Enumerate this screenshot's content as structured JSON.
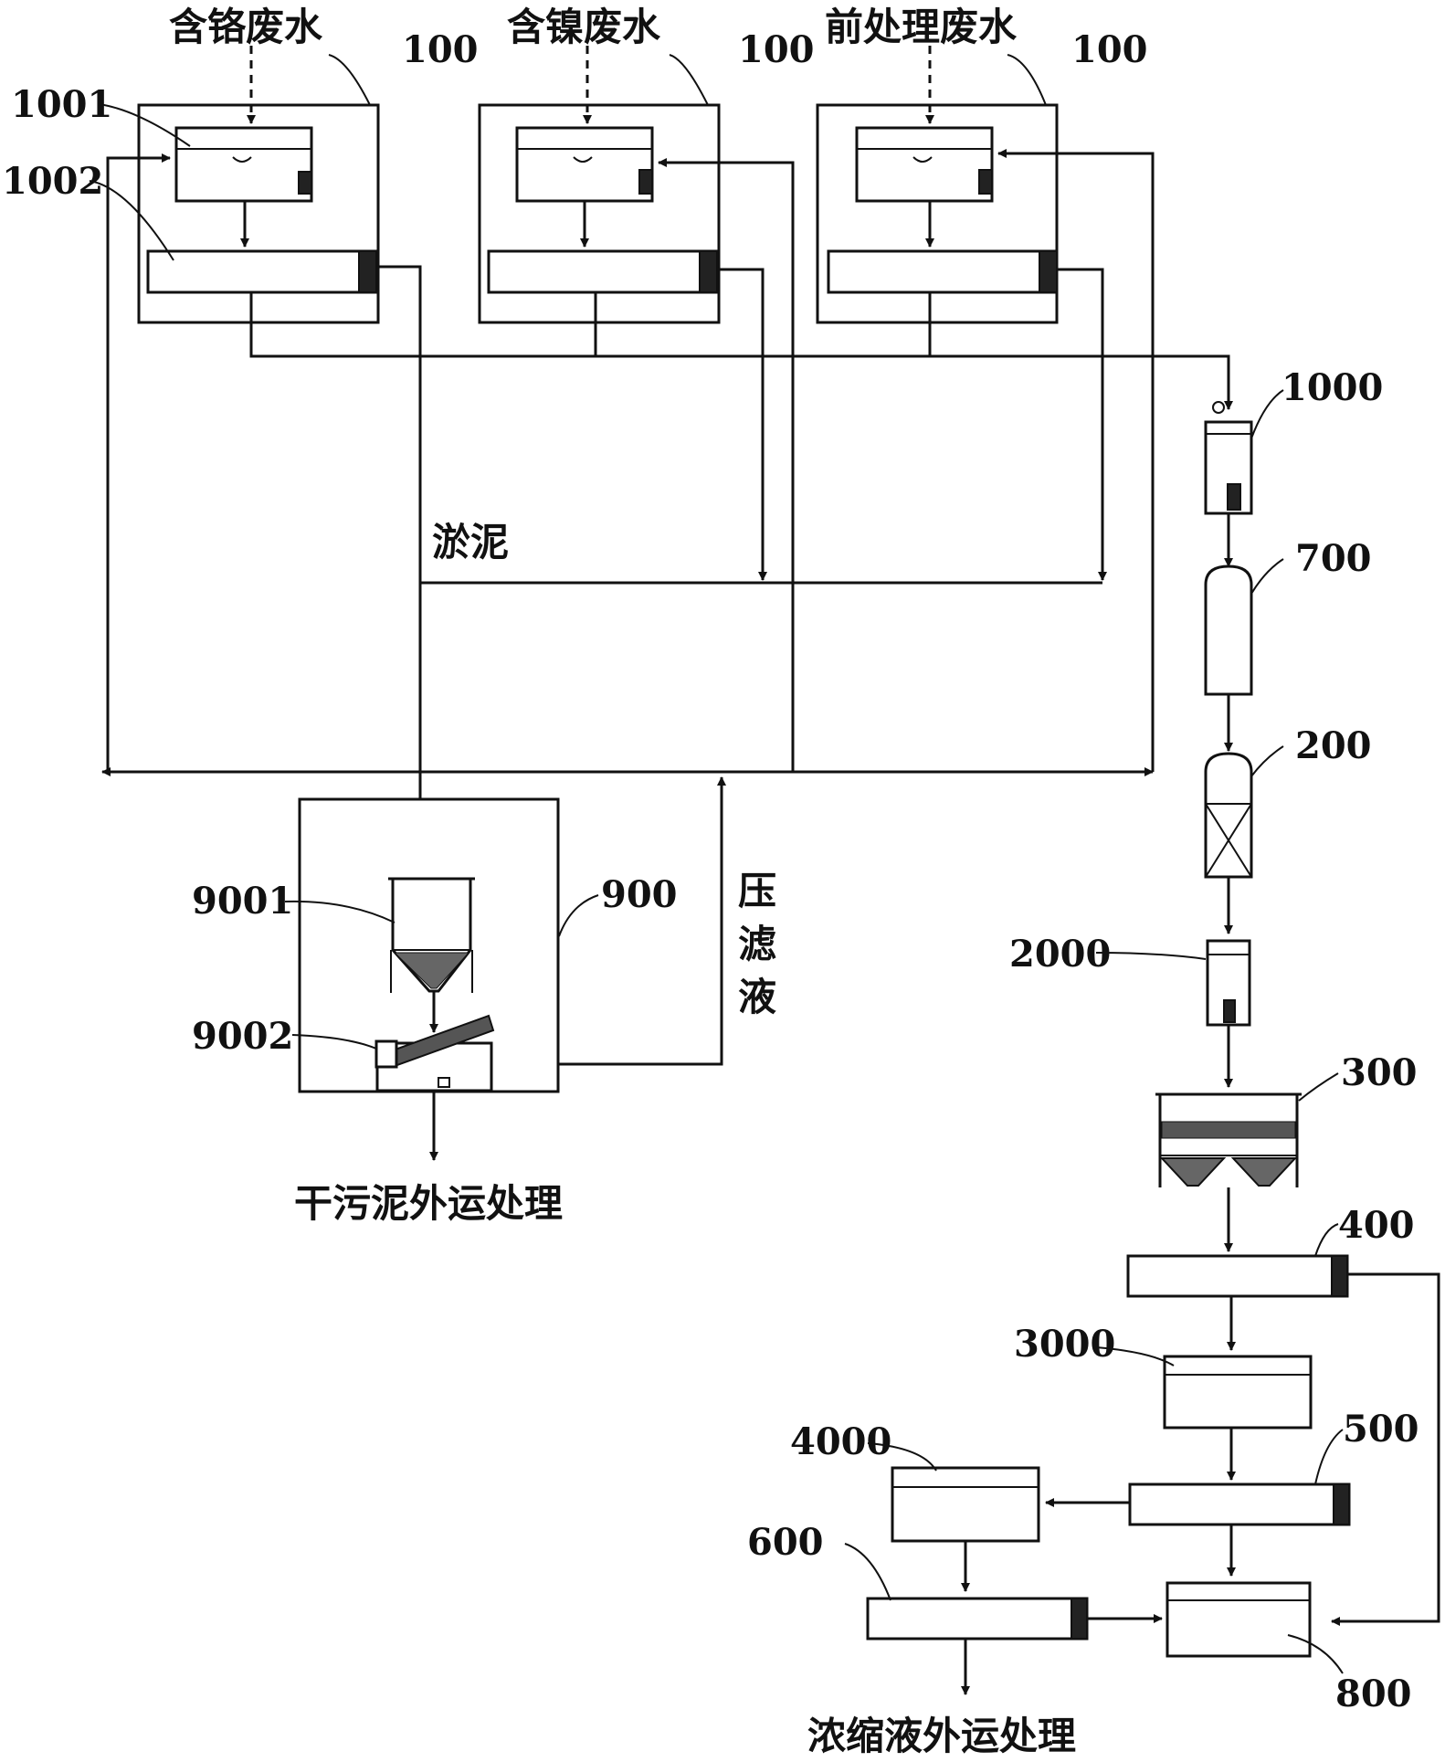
{
  "labels": {
    "source_cr": "含铬废水",
    "source_ni": "含镍废水",
    "source_pre": "前处理废水",
    "sludge": "淤泥",
    "filtrate_1": "压",
    "filtrate_2": "滤",
    "filtrate_3": "液",
    "dry_sludge": "干污泥外运处理",
    "concentrate": "浓缩液外运处理"
  },
  "numbers": {
    "n100": "100",
    "n1001": "1001",
    "n1002": "1002",
    "n1000": "1000",
    "n700": "700",
    "n200": "200",
    "n2000": "2000",
    "n300": "300",
    "n400": "400",
    "n3000": "3000",
    "n500": "500",
    "n4000": "4000",
    "n600": "600",
    "n800": "800",
    "n900": "900",
    "n9001": "9001",
    "n9002": "9002"
  }
}
